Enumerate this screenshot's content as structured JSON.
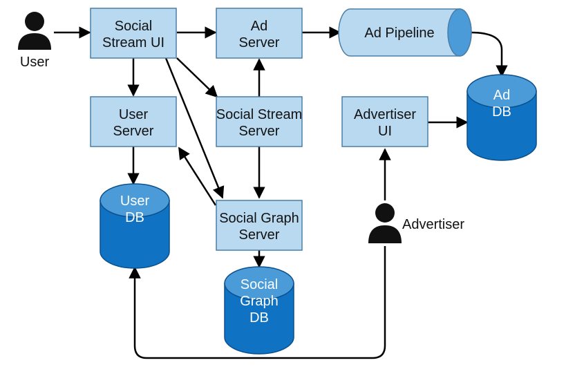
{
  "colors": {
    "box_fill": "#b9d9f0",
    "box_stroke": "#4a7ea6",
    "db_fill": "#0f72c2",
    "db_top": "#4a9bd8",
    "db_stroke": "#0b4f8c",
    "edge": "#000000",
    "actor": "#111111"
  },
  "actors": {
    "user": {
      "label": "User",
      "icon": "person-icon"
    },
    "advertiser": {
      "label": "Advertiser",
      "icon": "person-icon"
    }
  },
  "boxes": {
    "social_stream_ui": {
      "line1": "Social",
      "line2": "Stream UI"
    },
    "ad_server": {
      "line1": "Ad",
      "line2": "Server"
    },
    "user_server": {
      "line1": "User",
      "line2": "Server"
    },
    "social_stream_server": {
      "line1": "Social Stream",
      "line2": "Server"
    },
    "advertiser_ui": {
      "line1": "Advertiser",
      "line2": "UI"
    },
    "social_graph_server": {
      "line1": "Social Graph",
      "line2": "Server"
    }
  },
  "pipeline": {
    "label": "Ad Pipeline"
  },
  "databases": {
    "ad_db": {
      "line1": "Ad",
      "line2": "DB"
    },
    "user_db": {
      "line1": "User",
      "line2": "DB"
    },
    "social_graph_db": {
      "line1": "Social",
      "line2": "Graph",
      "line3": "DB"
    }
  },
  "edges": [
    {
      "from": "User",
      "to": "Social Stream UI"
    },
    {
      "from": "Social Stream UI",
      "to": "Ad Server"
    },
    {
      "from": "Ad Server",
      "to": "Ad Pipeline"
    },
    {
      "from": "Ad Pipeline",
      "to": "Ad DB"
    },
    {
      "from": "Social Stream UI",
      "to": "User Server"
    },
    {
      "from": "Social Stream UI",
      "to": "Social Stream Server"
    },
    {
      "from": "Social Stream UI",
      "to": "Social Graph Server"
    },
    {
      "from": "Social Stream Server",
      "to": "Ad Server"
    },
    {
      "from": "Social Stream Server",
      "to": "Social Graph Server"
    },
    {
      "from": "Social Graph Server",
      "to": "User Server"
    },
    {
      "from": "User Server",
      "to": "User DB"
    },
    {
      "from": "Social Graph Server",
      "to": "Social Graph DB"
    },
    {
      "from": "Advertiser UI",
      "to": "Ad DB"
    },
    {
      "from": "Advertiser",
      "to": "Advertiser UI"
    },
    {
      "from": "Advertiser",
      "to": "User DB"
    }
  ]
}
